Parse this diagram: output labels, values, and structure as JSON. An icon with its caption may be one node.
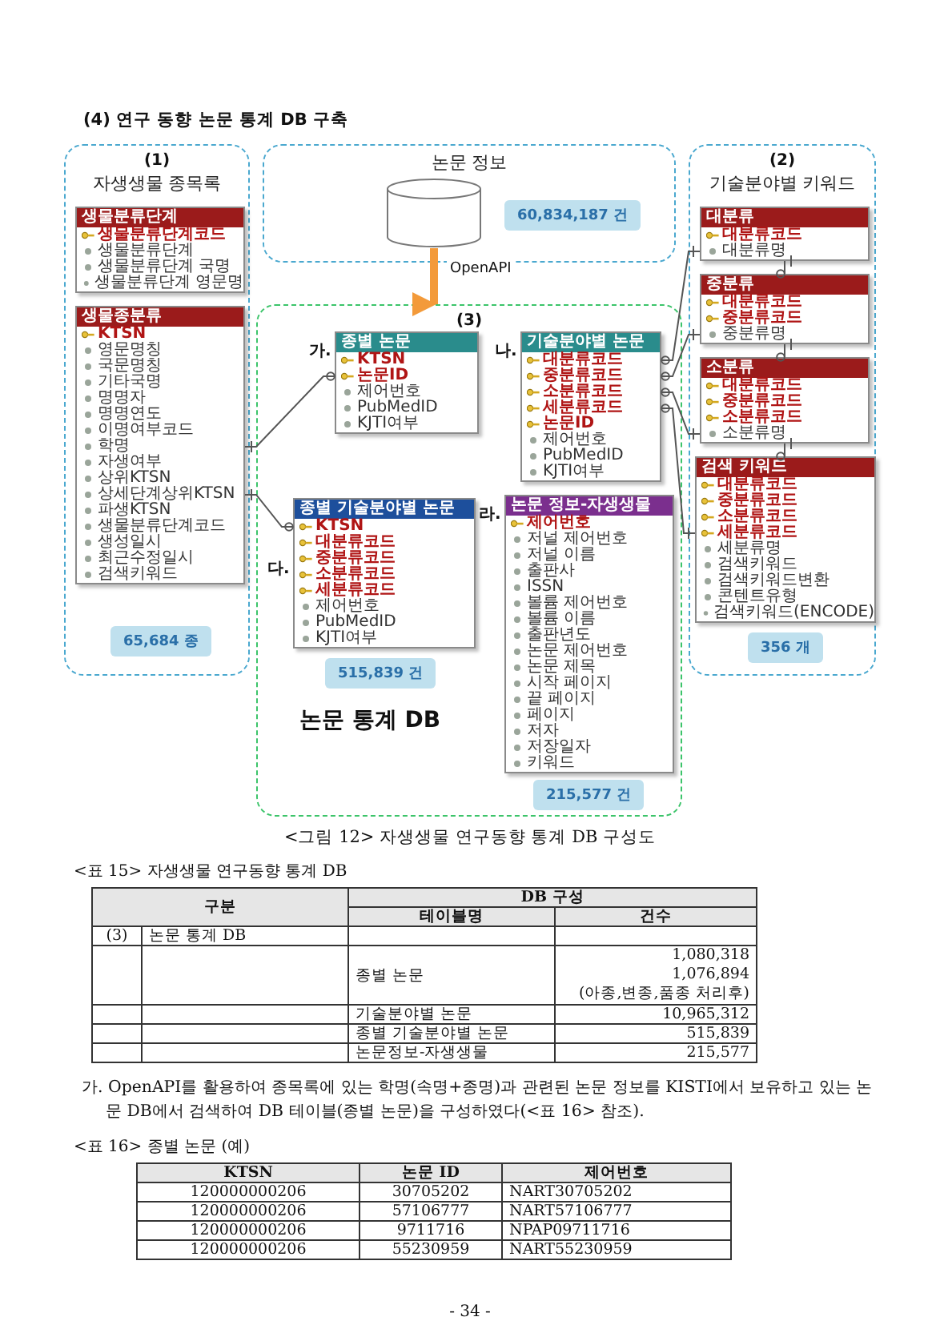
{
  "diagram": {
    "title": "(4) 연구 동향 논문 통계 DB 구축",
    "caption": "<그림 12> 자생생물 연구동향 통계 DB 구성도",
    "nodes": [
      {
        "text": [
          "(1)",
          "자생생물 종목록"
        ]
      },
      {
        "text": [
          "생물분류단계",
          "생물분류단계코드",
          "생물분류단계",
          "생물분류단계 국명",
          "생물분류단계 영문명"
        ],
        "in": 0
      },
      {
        "text": [
          "생물종분류",
          "KTSN",
          "영문명칭",
          "국문명칭",
          "기타국명",
          "명명자",
          "명명연도",
          "이명여부코드",
          "학명",
          "자생여부",
          "상위KTSN",
          "상세단계상위KTSN",
          "파생KTSN",
          "생물분류단계코드",
          "생성일시",
          "최근수정일시",
          "검색키워드"
        ],
        "in": 0
      },
      {
        "text": [
          "65,684 종"
        ],
        "in": 0
      },
      {
        "text": [
          "논문 정보"
        ]
      },
      {
        "text": [],
        "shape": "cylinder",
        "in": 4
      },
      {
        "text": [
          "60,834,187 건"
        ],
        "in": 4
      },
      {
        "text": [
          "(3)",
          "논문 통계 DB"
        ]
      },
      {
        "text": [
          "종별 논문",
          "KTSN",
          "논문ID",
          "제어번호",
          "PubMedID",
          "KJTI여부"
        ],
        "in": 7,
        "beside": [
          "가."
        ]
      },
      {
        "text": [
          "기술분야별 논문",
          "대분류코드",
          "중분류코드",
          "소분류코드",
          "세분류코드",
          "논문ID",
          "제어번호",
          "PubMedID",
          "KJTI여부"
        ],
        "in": 7,
        "beside": [
          "나."
        ]
      },
      {
        "text": [
          "종별 기술분야별 논문",
          "KTSN",
          "대분류코드",
          "중분류코드",
          "소분류코드",
          "세분류코드",
          "제어번호",
          "PubMedID",
          "KJTI여부"
        ],
        "in": 7,
        "beside": [
          "다."
        ]
      },
      {
        "text": [
          "515,839 건"
        ],
        "in": 7
      },
      {
        "text": [
          "논문 정보-자생생물",
          "제어번호",
          "저널 제어번호",
          "저널 이름",
          "출판사",
          "ISSN",
          "볼륨 제어번호",
          "볼륨 이름",
          "출판년도",
          "논문 제어번호",
          "논문 제목",
          "시작 페이지",
          "끝 페이지",
          "페이지",
          "저자",
          "저장일자",
          "키워드"
        ],
        "in": 7,
        "beside": [
          "라."
        ]
      },
      {
        "text": [
          "215,577 건"
        ],
        "in": 7
      },
      {
        "text": [
          "(2)",
          "기술분야별 키워드"
        ]
      },
      {
        "text": [
          "대분류",
          "대분류코드",
          "대분류명"
        ],
        "in": 14
      },
      {
        "text": [
          "중분류",
          "대분류코드",
          "중분류코드",
          "중분류명"
        ],
        "in": 14
      },
      {
        "text": [
          "소분류",
          "대분류코드",
          "중분류코드",
          "소분류코드",
          "소분류명"
        ],
        "in": 14
      },
      {
        "text": [
          "검색 키워드",
          "대분류코드",
          "중분류코드",
          "소분류코드",
          "세분류코드",
          "세분류명",
          "검색키워드",
          "검색키워드변환",
          "콘텐트유형",
          "검색키워드(ENCODE)"
        ],
        "in": 14
      },
      {
        "text": [
          "356 개"
        ],
        "in": 14
      }
    ],
    "edges": [
      {
        "from": 5,
        "to": 7,
        "arrow": "to",
        "label": "OpenAPI",
        "style": "thick",
        "color": "#f39a3a"
      },
      {
        "from": 2,
        "to": 8,
        "arrow": "other"
      },
      {
        "from": 2,
        "to": 10,
        "arrow": "other"
      },
      {
        "from": 15,
        "to": 9,
        "arrow": "other"
      },
      {
        "from": 16,
        "to": 9,
        "arrow": "other"
      },
      {
        "from": 17,
        "to": 9,
        "arrow": "other"
      },
      {
        "from": 18,
        "to": 9,
        "arrow": "other"
      },
      {
        "from": 15,
        "to": 16,
        "arrow": "other"
      },
      {
        "from": 16,
        "to": 17,
        "arrow": "other"
      },
      {
        "from": 17,
        "to": 18,
        "arrow": "other"
      }
    ],
    "labels": [
      "<표 15> 자생생물 연구동향 통계 DB",
      "구분",
      "DB 구성",
      "테이블명",
      "건수",
      "(3)",
      "논문 통계 DB",
      "종별 논문",
      "1,080,318",
      "1,076,894",
      "(아종,변종,품종 처리후)",
      "기술분야별 논문",
      "10,965,312",
      "종별 기술분야별 논문",
      "515,839",
      "논문정보-자생생물",
      "215,577",
      "가. OpenAPI를 활용하여 종목록에 있는 학명(속명+종명)과 관련된 논문 정보를 KISTI에서 보유하고 있는 논문 DB에서 검색하여 DB 테이블(종별 논문)을 구성하였다(<표 16> 참조).",
      "<표 16> 종별 논문 (예)",
      "KTSN",
      "논문 ID",
      "제어번호",
      "120000000206",
      "30705202",
      "NART30705202",
      "120000000206",
      "57106777",
      "NART57106777",
      "120000000206",
      "9711716",
      "NPAP09711716",
      "120000000206",
      "55230959",
      "NART55230959",
      "- 34 -"
    ]
  }
}
